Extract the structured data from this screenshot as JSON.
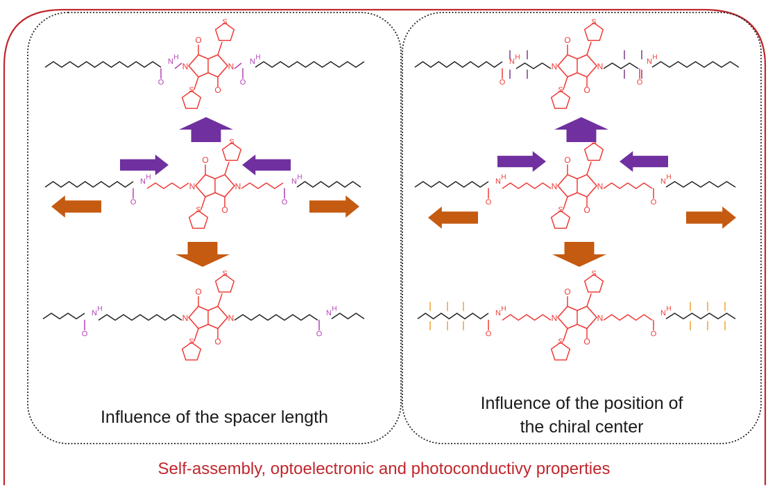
{
  "panels": {
    "left": {
      "caption": "Influence of the spacer length"
    },
    "right": {
      "caption_line1": "Influence of the position of",
      "caption_line2": "the chiral center"
    }
  },
  "footer": {
    "text": "Self-assembly, optoelectronic and photoconductivy properties"
  },
  "atoms": {
    "nitrogen": "N",
    "oxygen": "O",
    "sulfur": "S",
    "amide_nh": "H",
    "amide_n": "N"
  },
  "colors": {
    "frame": "#c0272d",
    "core": "#ee3b36",
    "amide_purple": "#b43fb5",
    "chain": "#222222",
    "arrow_purple": "#7030a0",
    "arrow_orange": "#c55a11",
    "branch_orange": "#f0a030",
    "footer_text": "#c0272d"
  }
}
